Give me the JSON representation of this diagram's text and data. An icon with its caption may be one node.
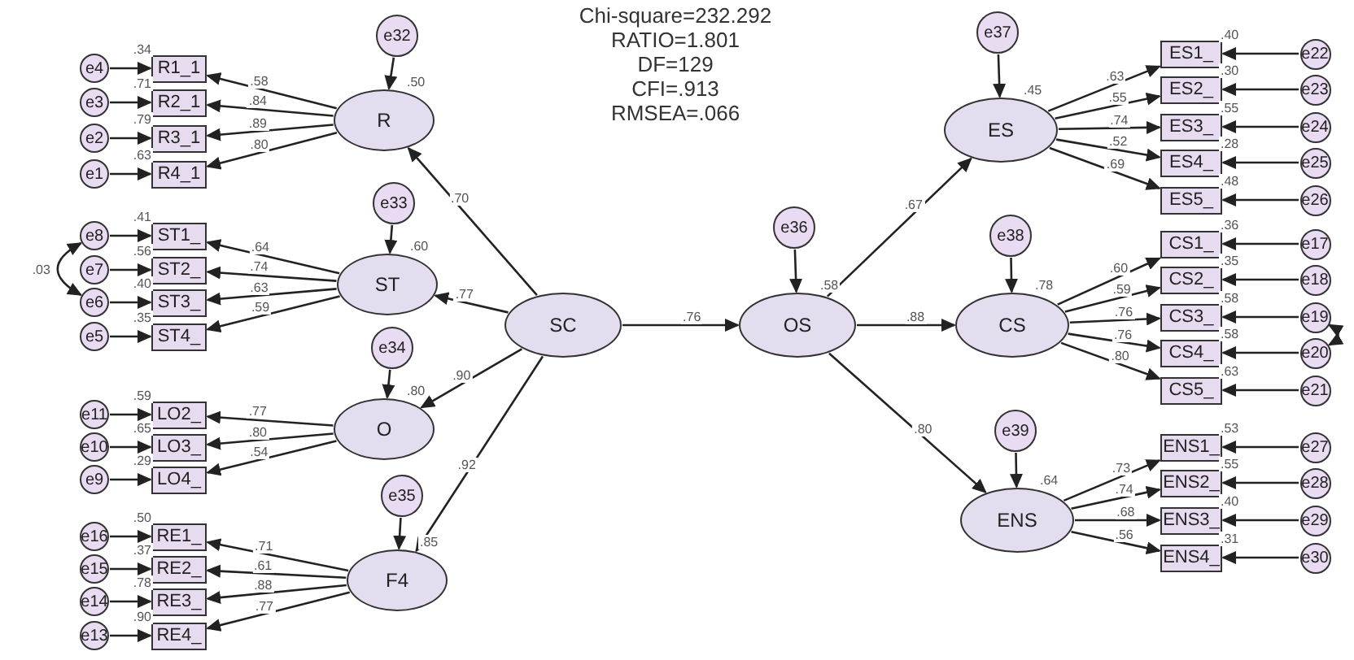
{
  "diagram": {
    "nodes": [
      {
        "text": [
          "e32"
        ]
      },
      {
        "text": [
          "R"
        ],
        "beside": [
          ".50"
        ]
      },
      {
        "text": [
          "e4"
        ]
      },
      {
        "text": [
          "R1_1"
        ],
        "beside": [
          ".34"
        ]
      },
      {
        "text": [
          "e3"
        ]
      },
      {
        "text": [
          "R2_1"
        ],
        "beside": [
          ".71"
        ]
      },
      {
        "text": [
          "e2"
        ]
      },
      {
        "text": [
          "R3_1"
        ],
        "beside": [
          ".79"
        ]
      },
      {
        "text": [
          "e1"
        ]
      },
      {
        "text": [
          "R4_1"
        ],
        "beside": [
          ".63"
        ]
      },
      {
        "text": [
          "e33"
        ]
      },
      {
        "text": [
          "ST"
        ],
        "beside": [
          ".60"
        ]
      },
      {
        "text": [
          "e8"
        ]
      },
      {
        "text": [
          "ST1_"
        ],
        "beside": [
          ".41"
        ]
      },
      {
        "text": [
          "e7"
        ]
      },
      {
        "text": [
          "ST2_"
        ],
        "beside": [
          ".56"
        ]
      },
      {
        "text": [
          "e6"
        ]
      },
      {
        "text": [
          "ST3_"
        ],
        "beside": [
          ".40"
        ]
      },
      {
        "text": [
          "e5"
        ]
      },
      {
        "text": [
          "ST4_"
        ],
        "beside": [
          ".35"
        ]
      },
      {
        "text": [
          "e34"
        ]
      },
      {
        "text": [
          "O"
        ],
        "beside": [
          ".80"
        ]
      },
      {
        "text": [
          "e11"
        ]
      },
      {
        "text": [
          "LO2_"
        ],
        "beside": [
          ".59"
        ]
      },
      {
        "text": [
          "e10"
        ]
      },
      {
        "text": [
          "LO3_"
        ],
        "beside": [
          ".65"
        ]
      },
      {
        "text": [
          "e9"
        ]
      },
      {
        "text": [
          "LO4_"
        ],
        "beside": [
          ".29"
        ]
      },
      {
        "text": [
          "e35"
        ]
      },
      {
        "text": [
          "F4"
        ],
        "beside": [
          ".85"
        ]
      },
      {
        "text": [
          "e16"
        ]
      },
      {
        "text": [
          "RE1_"
        ],
        "beside": [
          ".50"
        ]
      },
      {
        "text": [
          "e15"
        ]
      },
      {
        "text": [
          "RE2_"
        ],
        "beside": [
          ".37"
        ]
      },
      {
        "text": [
          "e14"
        ]
      },
      {
        "text": [
          "RE3_"
        ],
        "beside": [
          ".78"
        ]
      },
      {
        "text": [
          "e13"
        ]
      },
      {
        "text": [
          "RE4_"
        ],
        "beside": [
          ".90"
        ]
      },
      {
        "text": [
          "SC"
        ]
      },
      {
        "text": [
          "e36"
        ]
      },
      {
        "text": [
          "OS"
        ],
        "beside": [
          ".58"
        ]
      },
      {
        "text": [
          "e37"
        ]
      },
      {
        "text": [
          "ES"
        ],
        "beside": [
          ".45"
        ]
      },
      {
        "text": [
          "ES1_"
        ],
        "beside": [
          ".40"
        ]
      },
      {
        "text": [
          "e22"
        ]
      },
      {
        "text": [
          "ES2_"
        ],
        "beside": [
          ".30"
        ]
      },
      {
        "text": [
          "e23"
        ]
      },
      {
        "text": [
          "ES3_"
        ],
        "beside": [
          ".55"
        ]
      },
      {
        "text": [
          "e24"
        ]
      },
      {
        "text": [
          "ES4_"
        ],
        "beside": [
          ".28"
        ]
      },
      {
        "text": [
          "e25"
        ]
      },
      {
        "text": [
          "ES5_"
        ],
        "beside": [
          ".48"
        ]
      },
      {
        "text": [
          "e26"
        ]
      },
      {
        "text": [
          "e38"
        ]
      },
      {
        "text": [
          "CS"
        ],
        "beside": [
          ".78"
        ]
      },
      {
        "text": [
          "CS1_"
        ],
        "beside": [
          ".36"
        ]
      },
      {
        "text": [
          "e17"
        ]
      },
      {
        "text": [
          "CS2_"
        ],
        "beside": [
          ".35"
        ]
      },
      {
        "text": [
          "e18"
        ]
      },
      {
        "text": [
          "CS3_"
        ],
        "beside": [
          ".58"
        ]
      },
      {
        "text": [
          "e19"
        ]
      },
      {
        "text": [
          "CS4_"
        ],
        "beside": [
          ".58"
        ]
      },
      {
        "text": [
          "e20"
        ]
      },
      {
        "text": [
          "CS5_"
        ],
        "beside": [
          ".63"
        ]
      },
      {
        "text": [
          "e21"
        ]
      },
      {
        "text": [
          "e39"
        ]
      },
      {
        "text": [
          "ENS"
        ],
        "beside": [
          ".64"
        ]
      },
      {
        "text": [
          "ENS1_"
        ],
        "beside": [
          ".53"
        ]
      },
      {
        "text": [
          "e27"
        ]
      },
      {
        "text": [
          "ENS2_"
        ],
        "beside": [
          ".55"
        ]
      },
      {
        "text": [
          "e28"
        ]
      },
      {
        "text": [
          "ENS3_"
        ],
        "beside": [
          ".40"
        ]
      },
      {
        "text": [
          "e29"
        ]
      },
      {
        "text": [
          "ENS4_"
        ],
        "beside": [
          ".31"
        ]
      },
      {
        "text": [
          "e30"
        ]
      }
    ],
    "edges": [
      {
        "from": 0,
        "to": 1,
        "arrow": "to"
      },
      {
        "from": 1,
        "to": 3,
        "arrow": "to",
        "label": ".58"
      },
      {
        "from": 2,
        "to": 3,
        "arrow": "to"
      },
      {
        "from": 1,
        "to": 5,
        "arrow": "to",
        "label": ".84"
      },
      {
        "from": 4,
        "to": 5,
        "arrow": "to"
      },
      {
        "from": 1,
        "to": 7,
        "arrow": "to",
        "label": ".89"
      },
      {
        "from": 6,
        "to": 7,
        "arrow": "to"
      },
      {
        "from": 1,
        "to": 9,
        "arrow": "to",
        "label": ".80"
      },
      {
        "from": 8,
        "to": 9,
        "arrow": "to"
      },
      {
        "from": 10,
        "to": 11,
        "arrow": "to"
      },
      {
        "from": 11,
        "to": 13,
        "arrow": "to",
        "label": ".64"
      },
      {
        "from": 12,
        "to": 13,
        "arrow": "to"
      },
      {
        "from": 11,
        "to": 15,
        "arrow": "to",
        "label": ".74"
      },
      {
        "from": 14,
        "to": 15,
        "arrow": "to"
      },
      {
        "from": 11,
        "to": 17,
        "arrow": "to",
        "label": ".63"
      },
      {
        "from": 16,
        "to": 17,
        "arrow": "to"
      },
      {
        "from": 11,
        "to": 19,
        "arrow": "to",
        "label": ".59"
      },
      {
        "from": 18,
        "to": 19,
        "arrow": "to"
      },
      {
        "from": 12,
        "to": 16,
        "arrow": "both",
        "label": ".03"
      },
      {
        "from": 20,
        "to": 21,
        "arrow": "to"
      },
      {
        "from": 21,
        "to": 23,
        "arrow": "to",
        "label": ".77"
      },
      {
        "from": 22,
        "to": 23,
        "arrow": "to"
      },
      {
        "from": 21,
        "to": 25,
        "arrow": "to",
        "label": ".80"
      },
      {
        "from": 24,
        "to": 25,
        "arrow": "to"
      },
      {
        "from": 21,
        "to": 27,
        "arrow": "to",
        "label": ".54"
      },
      {
        "from": 26,
        "to": 27,
        "arrow": "to"
      },
      {
        "from": 28,
        "to": 29,
        "arrow": "to"
      },
      {
        "from": 29,
        "to": 31,
        "arrow": "to",
        "label": ".71"
      },
      {
        "from": 30,
        "to": 31,
        "arrow": "to"
      },
      {
        "from": 29,
        "to": 33,
        "arrow": "to",
        "label": ".61"
      },
      {
        "from": 32,
        "to": 33,
        "arrow": "to"
      },
      {
        "from": 29,
        "to": 35,
        "arrow": "to",
        "label": ".88"
      },
      {
        "from": 34,
        "to": 35,
        "arrow": "to"
      },
      {
        "from": 29,
        "to": 37,
        "arrow": "to",
        "label": ".77"
      },
      {
        "from": 36,
        "to": 37,
        "arrow": "to"
      },
      {
        "from": 38,
        "to": 1,
        "arrow": "to",
        "label": ".70"
      },
      {
        "from": 38,
        "to": 11,
        "arrow": "to",
        "label": ".77"
      },
      {
        "from": 38,
        "to": 21,
        "arrow": "to",
        "label": ".90"
      },
      {
        "from": 38,
        "to": 29,
        "arrow": "to",
        "label": ".92"
      },
      {
        "from": 38,
        "to": 40,
        "arrow": "to",
        "label": ".76"
      },
      {
        "from": 39,
        "to": 40,
        "arrow": "to"
      },
      {
        "from": 40,
        "to": 42,
        "arrow": "to",
        "label": ".67"
      },
      {
        "from": 40,
        "to": 54,
        "arrow": "to",
        "label": ".88"
      },
      {
        "from": 40,
        "to": 66,
        "arrow": "to",
        "label": ".80"
      },
      {
        "from": 41,
        "to": 42,
        "arrow": "to"
      },
      {
        "from": 42,
        "to": 43,
        "arrow": "to",
        "label": ".63"
      },
      {
        "from": 44,
        "to": 43,
        "arrow": "to"
      },
      {
        "from": 42,
        "to": 45,
        "arrow": "to",
        "label": ".55"
      },
      {
        "from": 46,
        "to": 45,
        "arrow": "to"
      },
      {
        "from": 42,
        "to": 47,
        "arrow": "to",
        "label": ".74"
      },
      {
        "from": 48,
        "to": 47,
        "arrow": "to"
      },
      {
        "from": 42,
        "to": 49,
        "arrow": "to",
        "label": ".52"
      },
      {
        "from": 50,
        "to": 49,
        "arrow": "to"
      },
      {
        "from": 42,
        "to": 51,
        "arrow": "to",
        "label": ".69"
      },
      {
        "from": 52,
        "to": 51,
        "arrow": "to"
      },
      {
        "from": 53,
        "to": 54,
        "arrow": "to"
      },
      {
        "from": 54,
        "to": 55,
        "arrow": "to",
        "label": ".60"
      },
      {
        "from": 56,
        "to": 55,
        "arrow": "to"
      },
      {
        "from": 54,
        "to": 57,
        "arrow": "to",
        "label": ".59"
      },
      {
        "from": 58,
        "to": 57,
        "arrow": "to"
      },
      {
        "from": 54,
        "to": 59,
        "arrow": "to",
        "label": ".76"
      },
      {
        "from": 60,
        "to": 59,
        "arrow": "to"
      },
      {
        "from": 54,
        "to": 61,
        "arrow": "to",
        "label": ".76"
      },
      {
        "from": 62,
        "to": 61,
        "arrow": "to"
      },
      {
        "from": 54,
        "to": 63,
        "arrow": "to",
        "label": ".80"
      },
      {
        "from": 64,
        "to": 63,
        "arrow": "to"
      },
      {
        "from": 60,
        "to": 62,
        "arrow": "both"
      },
      {
        "from": 65,
        "to": 66,
        "arrow": "to"
      },
      {
        "from": 66,
        "to": 67,
        "arrow": "to",
        "label": ".73"
      },
      {
        "from": 68,
        "to": 67,
        "arrow": "to"
      },
      {
        "from": 66,
        "to": 69,
        "arrow": "to",
        "label": ".74"
      },
      {
        "from": 70,
        "to": 69,
        "arrow": "to"
      },
      {
        "from": 66,
        "to": 71,
        "arrow": "to",
        "label": ".68"
      },
      {
        "from": 72,
        "to": 71,
        "arrow": "to"
      },
      {
        "from": 66,
        "to": 73,
        "arrow": "to",
        "label": ".56"
      },
      {
        "from": 74,
        "to": 73,
        "arrow": "to"
      }
    ],
    "labels": [
      "Chi-square=232.292",
      "RATIO=1.801",
      "DF=129",
      "CFI=.913",
      "RMSEA=.066"
    ]
  }
}
